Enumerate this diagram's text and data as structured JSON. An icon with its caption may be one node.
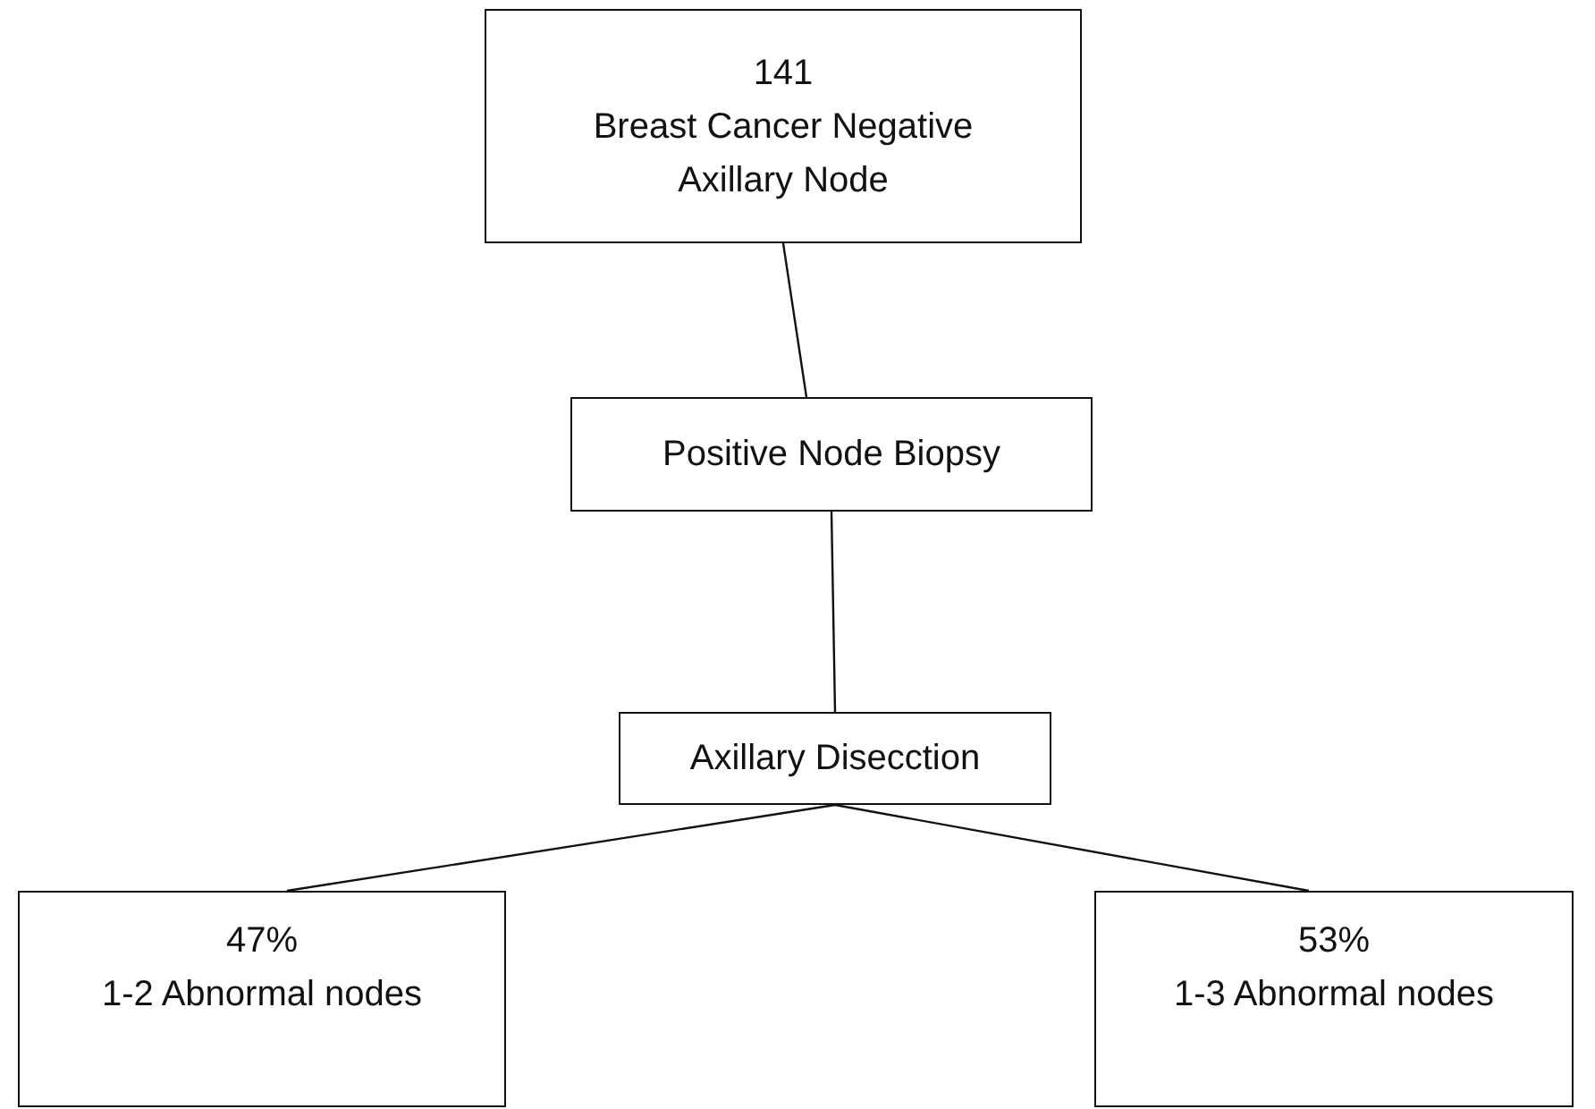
{
  "diagram": {
    "nodes": [
      {
        "text": [
          "141",
          "Breast Cancer Negative Axillary Node"
        ]
      },
      {
        "text": [
          "Positive Node Biopsy"
        ]
      },
      {
        "text": [
          "Axillary Disecction"
        ]
      },
      {
        "text": [
          "47%",
          "1-2 Abnormal nodes"
        ]
      },
      {
        "text": [
          "53%",
          "1-3 Abnormal nodes"
        ]
      }
    ],
    "edges": [
      {
        "from": 0,
        "to": 1,
        "arrow": "none"
      },
      {
        "from": 1,
        "to": 2,
        "arrow": "none"
      },
      {
        "from": 2,
        "to": 3,
        "arrow": "none"
      },
      {
        "from": 2,
        "to": 4,
        "arrow": "none"
      }
    ]
  }
}
